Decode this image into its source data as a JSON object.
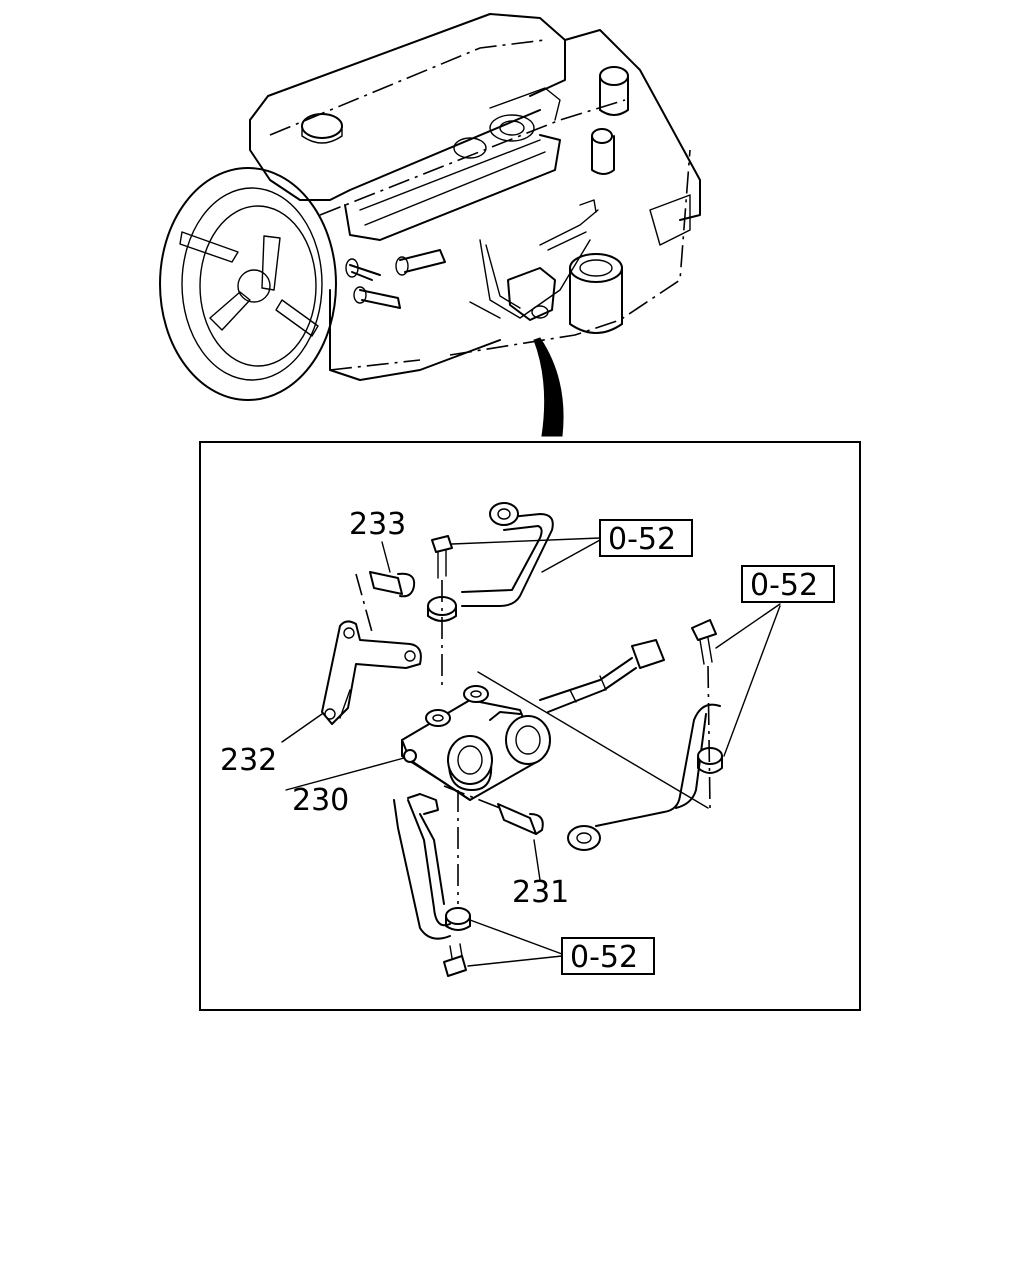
{
  "labels": {
    "part_233": "233",
    "part_232": "232",
    "part_230": "230",
    "part_231": "231"
  },
  "references": {
    "ref_top": "0-52",
    "ref_right": "0-52",
    "ref_bottom": "0-52"
  }
}
